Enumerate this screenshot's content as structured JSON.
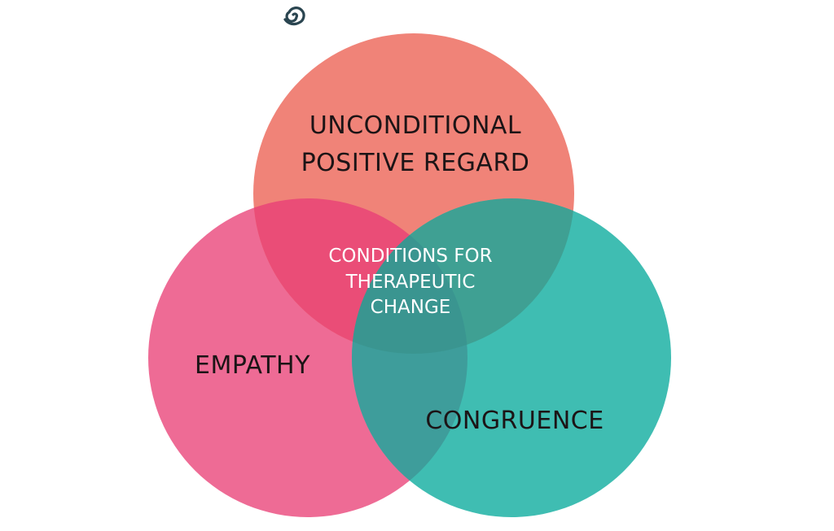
{
  "logo": {
    "icon": "spiral-icon",
    "color": "#2a4550"
  },
  "circles": {
    "top": {
      "label_lines": [
        "UNCONDITIONAL",
        "POSITIVE REGARD"
      ],
      "color": "#F08378"
    },
    "left": {
      "label": "EMPATHY",
      "color": "#EE6B95"
    },
    "right": {
      "label": "CONGRUENCE",
      "color": "#3FBDB2"
    }
  },
  "overlaps": {
    "top_left": "#EA4D77",
    "top_right": "#3FA093",
    "left_right": "#3E9D9B",
    "center": "#3A9590"
  },
  "center_label_lines": [
    "CONDITIONS FOR",
    "THERAPEUTIC",
    "CHANGE"
  ]
}
